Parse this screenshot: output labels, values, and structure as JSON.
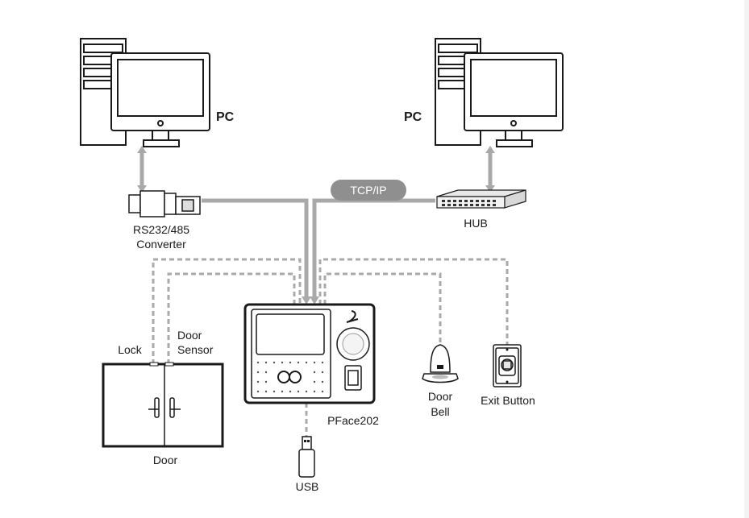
{
  "labels": {
    "pc_left": "PC",
    "pc_right": "PC",
    "converter_line1": "RS232/485",
    "converter_line2": "Converter",
    "tcpip": "TCP/IP",
    "hub": "HUB",
    "lock": "Lock",
    "door_sensor_line1": "Door",
    "door_sensor_line2": "Sensor",
    "door": "Door",
    "device": "PFace202",
    "usb": "USB",
    "door_bell_line1": "Door",
    "door_bell_line2": "Bell",
    "exit_button": "Exit Button"
  },
  "colors": {
    "line": "#a9a9a9",
    "dashed": "#aaaaaa",
    "outline": "#1a1a1a",
    "pill": "#8f8f8f"
  }
}
